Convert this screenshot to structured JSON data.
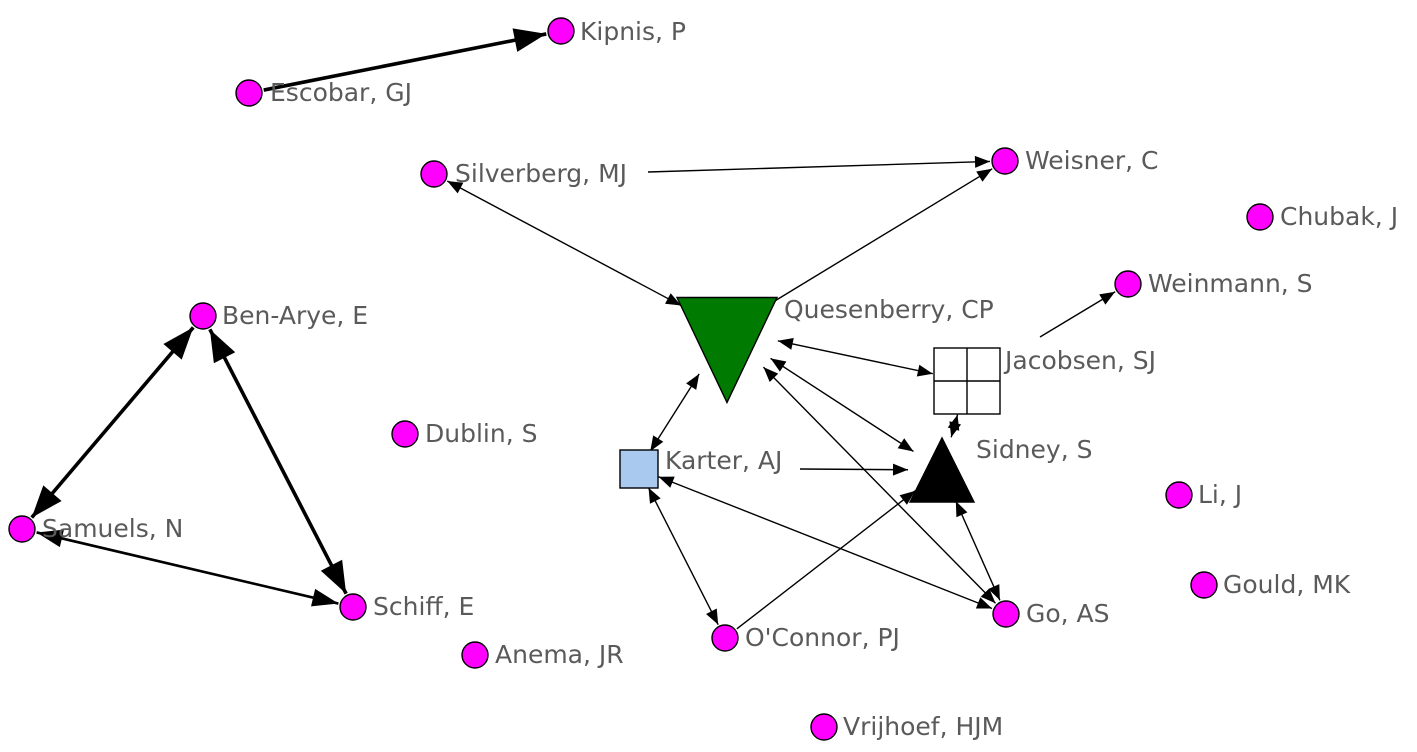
{
  "graph": {
    "nodes": [
      {
        "id": "kipnis",
        "label": "Kipnis, P",
        "shape": "circle",
        "color": "#ff00ff"
      },
      {
        "id": "escobar",
        "label": "Escobar, GJ",
        "shape": "circle",
        "color": "#ff00ff"
      },
      {
        "id": "silverberg",
        "label": "Silverberg, MJ",
        "shape": "circle",
        "color": "#ff00ff"
      },
      {
        "id": "weisner",
        "label": "Weisner, C",
        "shape": "circle",
        "color": "#ff00ff"
      },
      {
        "id": "chubak",
        "label": "Chubak, J",
        "shape": "circle",
        "color": "#ff00ff"
      },
      {
        "id": "weinmann",
        "label": "Weinmann, S",
        "shape": "circle",
        "color": "#ff00ff"
      },
      {
        "id": "quesenberry",
        "label": "Quesenberry, CP",
        "shape": "triangle-down",
        "color": "#007a00"
      },
      {
        "id": "jacobsen",
        "label": "Jacobsen, SJ",
        "shape": "grid-square",
        "color": "#ffffff"
      },
      {
        "id": "benarye",
        "label": "Ben-Arye, E",
        "shape": "circle",
        "color": "#ff00ff"
      },
      {
        "id": "dublin",
        "label": "Dublin, S",
        "shape": "circle",
        "color": "#ff00ff"
      },
      {
        "id": "karter",
        "label": "Karter, AJ",
        "shape": "square",
        "color": "#a9c9ef"
      },
      {
        "id": "sidney",
        "label": "Sidney, S",
        "shape": "triangle-up",
        "color": "#000000"
      },
      {
        "id": "li",
        "label": "Li, J",
        "shape": "circle",
        "color": "#ff00ff"
      },
      {
        "id": "samuels",
        "label": "Samuels, N",
        "shape": "circle",
        "color": "#ff00ff"
      },
      {
        "id": "gould",
        "label": "Gould, MK",
        "shape": "circle",
        "color": "#ff00ff"
      },
      {
        "id": "schiff",
        "label": "Schiff, E",
        "shape": "circle",
        "color": "#ff00ff"
      },
      {
        "id": "go",
        "label": "Go, AS",
        "shape": "circle",
        "color": "#ff00ff"
      },
      {
        "id": "oconnor",
        "label": "O'Connor, PJ",
        "shape": "circle",
        "color": "#ff00ff"
      },
      {
        "id": "anema",
        "label": "Anema, JR",
        "shape": "circle",
        "color": "#ff00ff"
      },
      {
        "id": "vrijhoef",
        "label": "Vrijhoef, HJM",
        "shape": "circle",
        "color": "#ff00ff"
      }
    ],
    "edges": [
      {
        "from": "escobar",
        "to": "kipnis",
        "direction": "forward",
        "weight": "heavy"
      },
      {
        "from": "silverberg",
        "to": "weisner",
        "direction": "forward",
        "weight": "light"
      },
      {
        "from": "silverberg",
        "to": "quesenberry",
        "direction": "both",
        "weight": "light"
      },
      {
        "from": "quesenberry",
        "to": "weisner",
        "direction": "forward",
        "weight": "light"
      },
      {
        "from": "jacobsen",
        "to": "weinmann",
        "direction": "forward",
        "weight": "light"
      },
      {
        "from": "quesenberry",
        "to": "jacobsen",
        "direction": "both",
        "weight": "light"
      },
      {
        "from": "quesenberry",
        "to": "karter",
        "direction": "both",
        "weight": "light"
      },
      {
        "from": "quesenberry",
        "to": "sidney",
        "direction": "both",
        "weight": "light"
      },
      {
        "from": "quesenberry",
        "to": "go",
        "direction": "both",
        "weight": "light"
      },
      {
        "from": "jacobsen",
        "to": "sidney",
        "direction": "both",
        "weight": "light"
      },
      {
        "from": "karter",
        "to": "sidney",
        "direction": "forward",
        "weight": "light"
      },
      {
        "from": "karter",
        "to": "oconnor",
        "direction": "both",
        "weight": "light"
      },
      {
        "from": "karter",
        "to": "go",
        "direction": "both",
        "weight": "light"
      },
      {
        "from": "oconnor",
        "to": "sidney",
        "direction": "forward",
        "weight": "light"
      },
      {
        "from": "sidney",
        "to": "go",
        "direction": "both",
        "weight": "light"
      },
      {
        "from": "benarye",
        "to": "samuels",
        "direction": "both",
        "weight": "heavy"
      },
      {
        "from": "benarye",
        "to": "schiff",
        "direction": "both",
        "weight": "heavy"
      },
      {
        "from": "samuels",
        "to": "schiff",
        "direction": "both",
        "weight": "medium"
      }
    ]
  }
}
